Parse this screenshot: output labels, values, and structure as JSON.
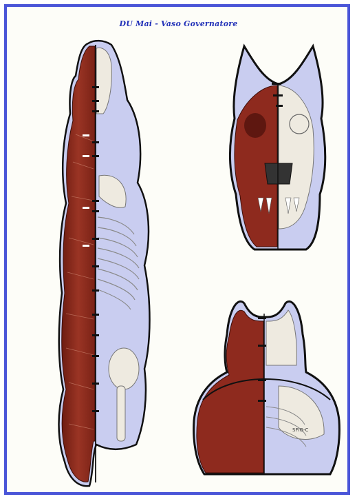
{
  "title": "DU Mai - Vaso Governatore",
  "colors": {
    "frame": "#4a55d8",
    "title": "#2231b8",
    "muscle": "#8e2a1e",
    "muscle_dark": "#5e1710",
    "bone": "#eeeae0",
    "skin": "#c9cdf0",
    "outline": "#111111"
  },
  "panels": {
    "body": "dorsal view - full body",
    "head": "frontal view - head",
    "neck": "dorsal view - neck and shoulders"
  },
  "labels": {
    "neck_tag": "SFIG-C"
  }
}
